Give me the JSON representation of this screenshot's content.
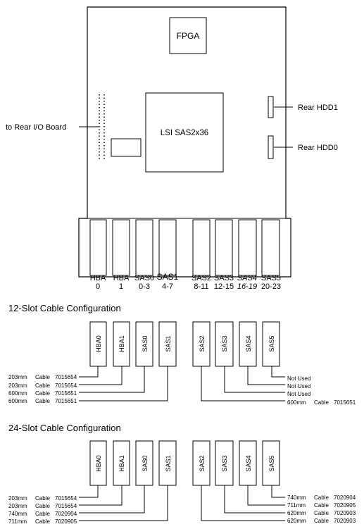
{
  "board": {
    "fpga_label": "FPGA",
    "controller_label": "LSI SAS2x36",
    "rear_io_label": "to Rear I/O Board",
    "rear_hdd1_label": "Rear HDD1",
    "rear_hdd0_label": "Rear HDD0"
  },
  "ports": [
    {
      "name": "HBA",
      "range": "0"
    },
    {
      "name": "HBA",
      "range": "1"
    },
    {
      "name": "SAS0",
      "range": "0-3"
    },
    {
      "name": "SAS1",
      "range": "4-7"
    },
    {
      "name": "SAS2",
      "range": "8-11"
    },
    {
      "name": "SAS3",
      "range": "12-15"
    },
    {
      "name": "SAS4",
      "range": "16-19"
    },
    {
      "name": "SAS5",
      "range": "20-23"
    }
  ],
  "connector_labels": [
    "HBA0",
    "HBA1",
    "SAS0",
    "SAS1",
    "SAS2",
    "SAS3",
    "SAS4",
    "SAS5"
  ],
  "config12": {
    "title": "12-Slot Cable Configuration",
    "left": [
      {
        "len": "203mm",
        "word": "Cable",
        "part": "7015654"
      },
      {
        "len": "203mm",
        "word": "Cable",
        "part": "7015654"
      },
      {
        "len": "600mm",
        "word": "Cable",
        "part": "7015651"
      },
      {
        "len": "600mm",
        "word": "Cable",
        "part": "7015651"
      }
    ],
    "right": [
      {
        "text": "Not Used"
      },
      {
        "text": "Not Used"
      },
      {
        "text": "Not Used"
      },
      {
        "len": "600mm",
        "word": "Cable",
        "part": "7015651"
      }
    ]
  },
  "config24": {
    "title": "24-Slot Cable Configuration",
    "left": [
      {
        "len": "203mm",
        "word": "Cable",
        "part": "7015654"
      },
      {
        "len": "203mm",
        "word": "Cable",
        "part": "7015654"
      },
      {
        "len": "740mm",
        "word": "Cable",
        "part": "7020904"
      },
      {
        "len": "711mm",
        "word": "Cable",
        "part": "7020905"
      }
    ],
    "right": [
      {
        "len": "740mm",
        "word": "Cable",
        "part": "7020904"
      },
      {
        "len": "711mm",
        "word": "Cable",
        "part": "7020905"
      },
      {
        "len": "620mm",
        "word": "Cable",
        "part": "7020903"
      },
      {
        "len": "620mm",
        "word": "Cable",
        "part": "7020903"
      }
    ]
  }
}
